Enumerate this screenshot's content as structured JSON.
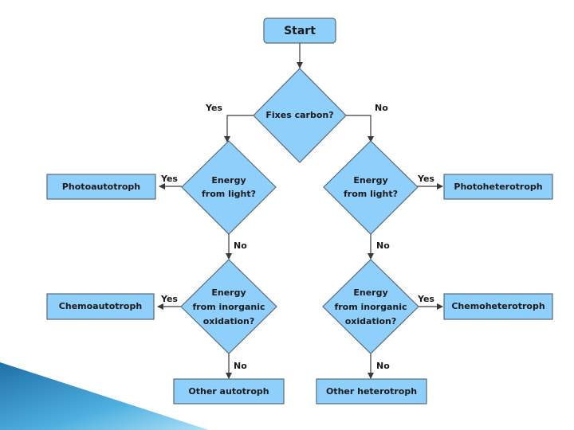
{
  "nodes": {
    "start": "Start",
    "fixes_carbon": [
      "Fixes carbon?"
    ],
    "energy_light_left": [
      "Energy",
      "from light?"
    ],
    "energy_light_right": [
      "Energy",
      "from light?"
    ],
    "energy_inorg_left": [
      "Energy",
      "from inorganic",
      "oxidation?"
    ],
    "energy_inorg_right": [
      "Energy",
      "from inorganic",
      "oxidation?"
    ],
    "photoautotroph": "Photoautotroph",
    "photoheterotroph": "Photoheterotroph",
    "chemoautotroph": "Chemoautotroph",
    "chemoheterotroph": "Chemoheterotroph",
    "other_autotroph": "Other autotroph",
    "other_heterotroph": "Other heterotroph"
  },
  "edges": {
    "yes": "Yes",
    "no": "No"
  },
  "colors": {
    "node_fill": "#8ecffc",
    "node_stroke": "#5a6a78",
    "line": "#3a3a3a",
    "corner_decoration": "#2d8fc6"
  }
}
